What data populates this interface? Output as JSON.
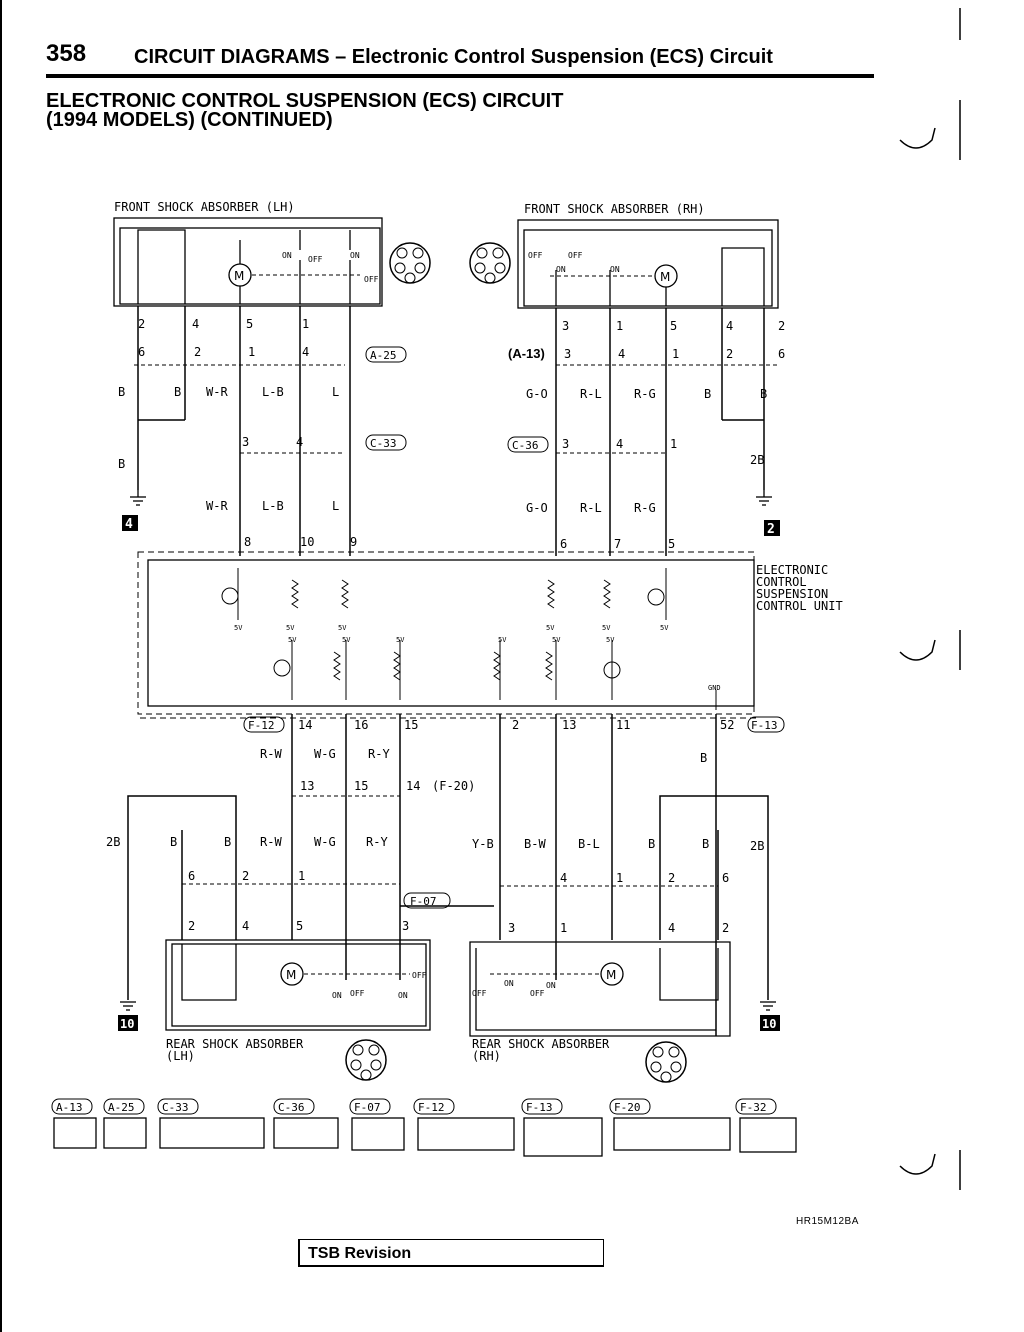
{
  "header": {
    "page_number": "358",
    "title": "CIRCUIT DIAGRAMS – Electronic Control Suspension (ECS) Circuit"
  },
  "section": {
    "title_line1": "ELECTRONIC CONTROL SUSPENSION (ECS) CIRCUIT",
    "title_line2": "(1994 MODELS) (CONTINUED)"
  },
  "components": {
    "front_lh": "FRONT SHOCK ABSORBER (LH)",
    "front_rh": "FRONT SHOCK ABSORBER (RH)",
    "ecu_line1": "ELECTRONIC",
    "ecu_line2": "CONTROL",
    "ecu_line3": "SUSPENSION",
    "ecu_line4": "CONTROL UNIT",
    "rear_lh_line1": "REAR SHOCK ABSORBER",
    "rear_lh_line2": "(LH)",
    "rear_rh_line1": "REAR SHOCK ABSORBER",
    "rear_rh_line2": "(RH)"
  },
  "connectors": {
    "a13": "A-13",
    "a25": "A-25",
    "c33": "C-33",
    "c36": "C-36",
    "f07": "F-07",
    "f12": "F-12",
    "f13": "F-13",
    "f20": "F-20",
    "f32": "F-32",
    "a13_bold": "(A-13)",
    "f20_paren": "(F-20)"
  },
  "switch_labels": {
    "on": "ON",
    "off": "OFF",
    "gnd": "GND",
    "v5": "5V"
  },
  "grounds": {
    "g4": "4",
    "g2": "2",
    "g10": "10"
  },
  "wires": {
    "b": "B",
    "wr": "W-R",
    "lb": "L-B",
    "l": "L",
    "go": "G-O",
    "rl": "R-L",
    "rg": "R-G",
    "b2": "2B",
    "rw": "R-W",
    "wg": "W-G",
    "ry": "R-Y",
    "yb": "Y-B",
    "bw": "B-W",
    "bl": "B-L"
  },
  "pins": {
    "p1": "1",
    "p2": "2",
    "p3": "3",
    "p4": "4",
    "p5": "5",
    "p6": "6",
    "p7": "7",
    "p8": "8",
    "p9": "9",
    "p10": "10",
    "p11": "11",
    "p13": "13",
    "p14": "14",
    "p15": "15",
    "p16": "16",
    "p52": "52"
  },
  "footer": {
    "tsb": "TSB Revision",
    "code": "HR15M12BA"
  }
}
